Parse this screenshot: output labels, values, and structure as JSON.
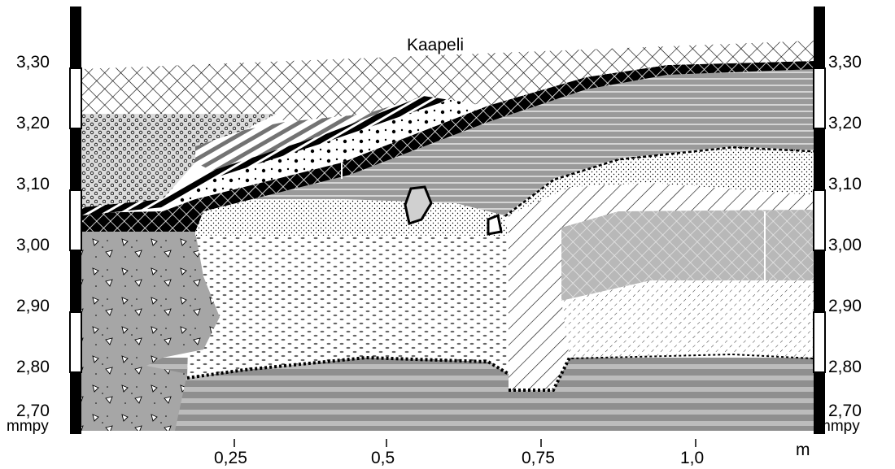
{
  "title": "Kaapeli",
  "elevation_unit": "mmpy",
  "left_scale_labels": [
    "3,30",
    "3,20",
    "3,10",
    "3,00",
    "2,90",
    "2,80",
    "2,70"
  ],
  "right_scale_labels": [
    "3,30",
    "3,20",
    "3,10",
    "3,00",
    "2,90",
    "2,80",
    "2,70"
  ],
  "x_tick_labels": [
    "0,25",
    "0,5",
    "0,75",
    "1,0"
  ],
  "x_unit": "m",
  "layer_patterns": [
    "cross-hatch",
    "horizontal-lines-grey",
    "small-circles",
    "diagonal-stripes",
    "dense-dots",
    "ellipse-dots",
    "triangle-fragments",
    "wide-diagonal-hatch",
    "grey-cross-hatch",
    "horizontal-bands"
  ]
}
